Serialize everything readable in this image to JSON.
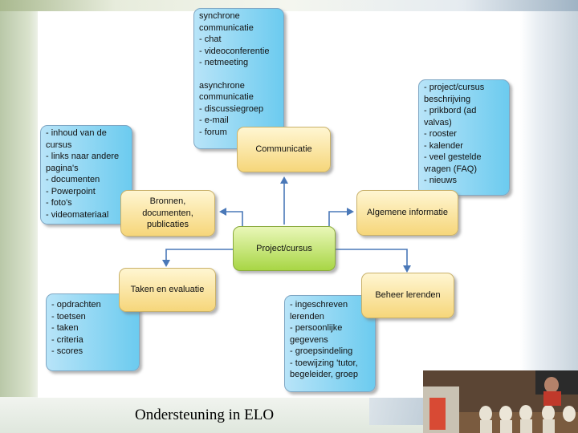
{
  "comm_list": {
    "lines": [
      "synchrone",
      "communicatie",
      "- chat",
      "- videoconferentie",
      "- netmeeting",
      "asynchrone",
      "communicatie",
      "- discussiegroep",
      "- e-mail",
      "- forum"
    ]
  },
  "bronnen_list": {
    "lines": [
      "- inhoud van de",
      "cursus",
      "- links naar andere",
      "pagina's",
      "- documenten",
      "- Powerpoint",
      "- foto's",
      "- videomateriaal"
    ]
  },
  "info_list": {
    "lines": [
      "- project/cursus",
      "beschrijving",
      "- prikbord (ad",
      "valvas)",
      "- rooster",
      "- kalender",
      "- veel gestelde",
      "vragen (FAQ)",
      "- nieuws"
    ]
  },
  "taken_list": {
    "lines": [
      "- opdrachten",
      "- toetsen",
      "- taken",
      "- criteria",
      "- scores"
    ]
  },
  "beheer_list": {
    "lines": [
      "- ingeschreven",
      "lerenden",
      "- persoonlijke",
      "gegevens",
      "- groepsindeling",
      "- toewijzing 'tutor,",
      "begeleider, groep"
    ]
  },
  "nodes": {
    "center": "Project/cursus",
    "communicatie": "Communicatie",
    "bronnen": "Bronnen, documenten, publicaties",
    "algemene": "Algemene informatie",
    "taken": "Taken en evaluatie",
    "beheer": "Beheer lerenden"
  },
  "caption": "Ondersteuning in ELO",
  "colors": {
    "arrow": "#4a78b8",
    "blue_box": "#6ccbef",
    "yellow_box": "#f6d67a",
    "green_box": "#a8d645"
  }
}
